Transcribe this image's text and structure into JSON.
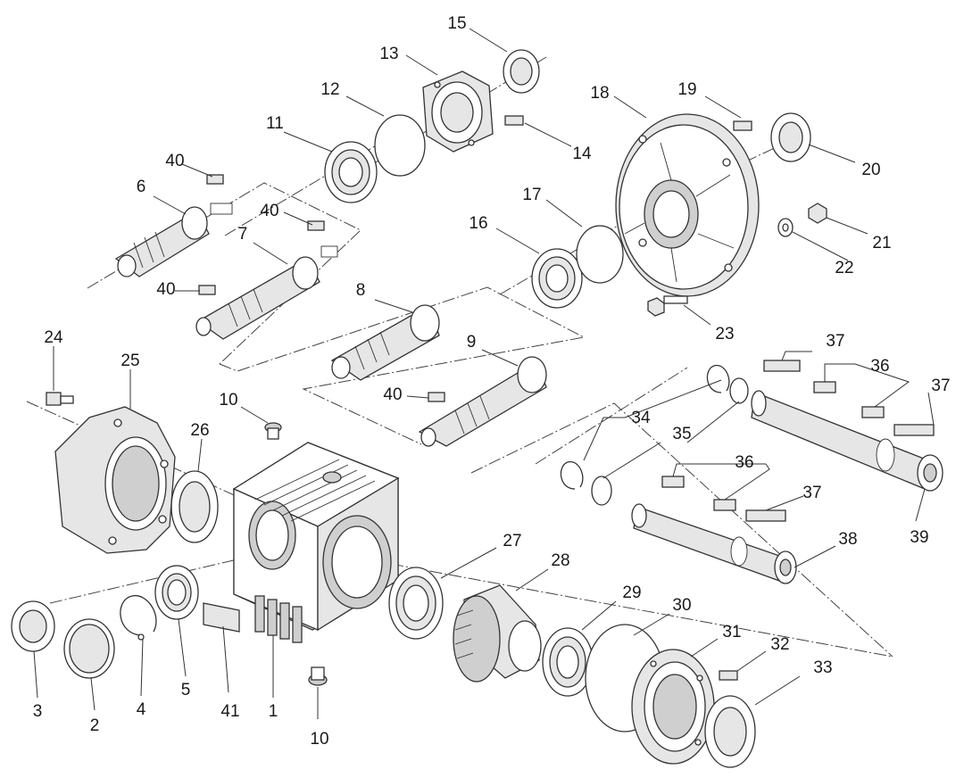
{
  "colors": {
    "line": "#333333",
    "background": "#ffffff",
    "shade": "#e6e6e6"
  },
  "callouts": [
    {
      "id": "c1",
      "text": "1"
    },
    {
      "id": "c2",
      "text": "2"
    },
    {
      "id": "c3",
      "text": "3"
    },
    {
      "id": "c4",
      "text": "4"
    },
    {
      "id": "c5",
      "text": "5"
    },
    {
      "id": "c6",
      "text": "6"
    },
    {
      "id": "c7",
      "text": "7"
    },
    {
      "id": "c8",
      "text": "8"
    },
    {
      "id": "c9",
      "text": "9"
    },
    {
      "id": "c10a",
      "text": "10"
    },
    {
      "id": "c10b",
      "text": "10"
    },
    {
      "id": "c11",
      "text": "11"
    },
    {
      "id": "c12",
      "text": "12"
    },
    {
      "id": "c13",
      "text": "13"
    },
    {
      "id": "c14",
      "text": "14"
    },
    {
      "id": "c15",
      "text": "15"
    },
    {
      "id": "c16",
      "text": "16"
    },
    {
      "id": "c17",
      "text": "17"
    },
    {
      "id": "c18",
      "text": "18"
    },
    {
      "id": "c19",
      "text": "19"
    },
    {
      "id": "c20",
      "text": "20"
    },
    {
      "id": "c21",
      "text": "21"
    },
    {
      "id": "c22",
      "text": "22"
    },
    {
      "id": "c23",
      "text": "23"
    },
    {
      "id": "c24",
      "text": "24"
    },
    {
      "id": "c25",
      "text": "25"
    },
    {
      "id": "c26",
      "text": "26"
    },
    {
      "id": "c27",
      "text": "27"
    },
    {
      "id": "c28",
      "text": "28"
    },
    {
      "id": "c29",
      "text": "29"
    },
    {
      "id": "c30",
      "text": "30"
    },
    {
      "id": "c31",
      "text": "31"
    },
    {
      "id": "c32",
      "text": "32"
    },
    {
      "id": "c33",
      "text": "33"
    },
    {
      "id": "c34",
      "text": "34"
    },
    {
      "id": "c35",
      "text": "35"
    },
    {
      "id": "c36a",
      "text": "36"
    },
    {
      "id": "c36b",
      "text": "36"
    },
    {
      "id": "c37a",
      "text": "37"
    },
    {
      "id": "c37b",
      "text": "37"
    },
    {
      "id": "c37c",
      "text": "37"
    },
    {
      "id": "c38",
      "text": "38"
    },
    {
      "id": "c39",
      "text": "39"
    },
    {
      "id": "c40a",
      "text": "40"
    },
    {
      "id": "c40b",
      "text": "40"
    },
    {
      "id": "c40c",
      "text": "40"
    },
    {
      "id": "c40d",
      "text": "40"
    },
    {
      "id": "c41",
      "text": "41"
    }
  ]
}
